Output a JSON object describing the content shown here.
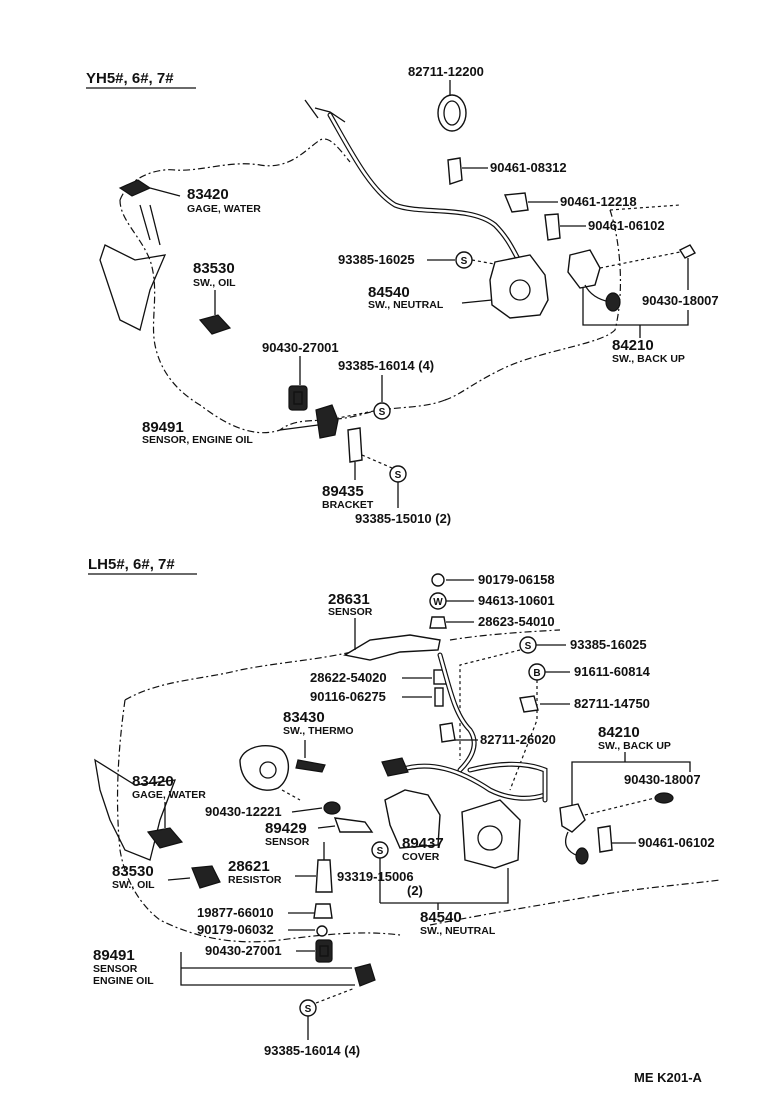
{
  "sections": {
    "top_header": "YH5#, 6#, 7#",
    "bottom_header": "LH5#, 6#, 7#"
  },
  "top_parts": {
    "p82711_12200": "82711-12200",
    "p90461_08312": "90461-08312",
    "p90461_12218": "90461-12218",
    "p90461_06102": "90461-06102",
    "p93385_16025": "93385-16025",
    "p83420": "83420",
    "p83420_desc": "GAGE, WATER",
    "p83530": "83530",
    "p83530_desc": "SW., OIL",
    "p84540": "84540",
    "p84540_desc": "SW., NEUTRAL",
    "p90430_18007": "90430-18007",
    "p84210": "84210",
    "p84210_desc": "SW., BACK UP",
    "p90430_27001": "90430-27001",
    "p93385_16014": "93385-16014 (4)",
    "p89491": "89491",
    "p89491_desc": "SENSOR, ENGINE OIL",
    "p89435": "89435",
    "p89435_desc": "BRACKET",
    "p93385_15010": "93385-15010 (2)"
  },
  "bottom_parts": {
    "p90179_06158": "90179-06158",
    "p94613_10601": "94613-10601",
    "p28623_54010": "28623-54010",
    "p28631": "28631",
    "p28631_desc": "SENSOR",
    "p93385_16025": "93385-16025",
    "p91611_60814": "91611-60814",
    "p28622_54020": "28622-54020",
    "p90116_06275": "90116-06275",
    "p82711_14750": "82711-14750",
    "p83430": "83430",
    "p83430_desc": "SW., THERMO",
    "p84210": "84210",
    "p84210_desc": "SW., BACK UP",
    "p82711_26020": "82711-26020",
    "p90430_18007": "90430-18007",
    "p83420": "83420",
    "p83420_desc": "GAGE, WATER",
    "p90430_12221": "90430-12221",
    "p89429": "89429",
    "p89429_desc": "SENSOR",
    "p89437": "89437",
    "p89437_desc": "COVER",
    "p90461_06102": "90461-06102",
    "p83530": "83530",
    "p83530_desc": "SW., OIL",
    "p28621": "28621",
    "p28621_desc": "RESISTOR",
    "p93319_15006": "93319-15006",
    "p93319_qty": "(2)",
    "p19877_66010": "19877-66010",
    "p84540": "84540",
    "p84540_desc": "SW., NEUTRAL",
    "p90179_06032": "90179-06032",
    "p89491": "89491",
    "p89491_desc1": "SENSOR",
    "p89491_desc2": "ENGINE OIL",
    "p90430_27001": "90430-27001",
    "p93385_16014": "93385-16014 (4)"
  },
  "symbols": {
    "S": "S",
    "W": "W",
    "B": "B"
  },
  "footer": {
    "code": "ME  K201-A"
  }
}
